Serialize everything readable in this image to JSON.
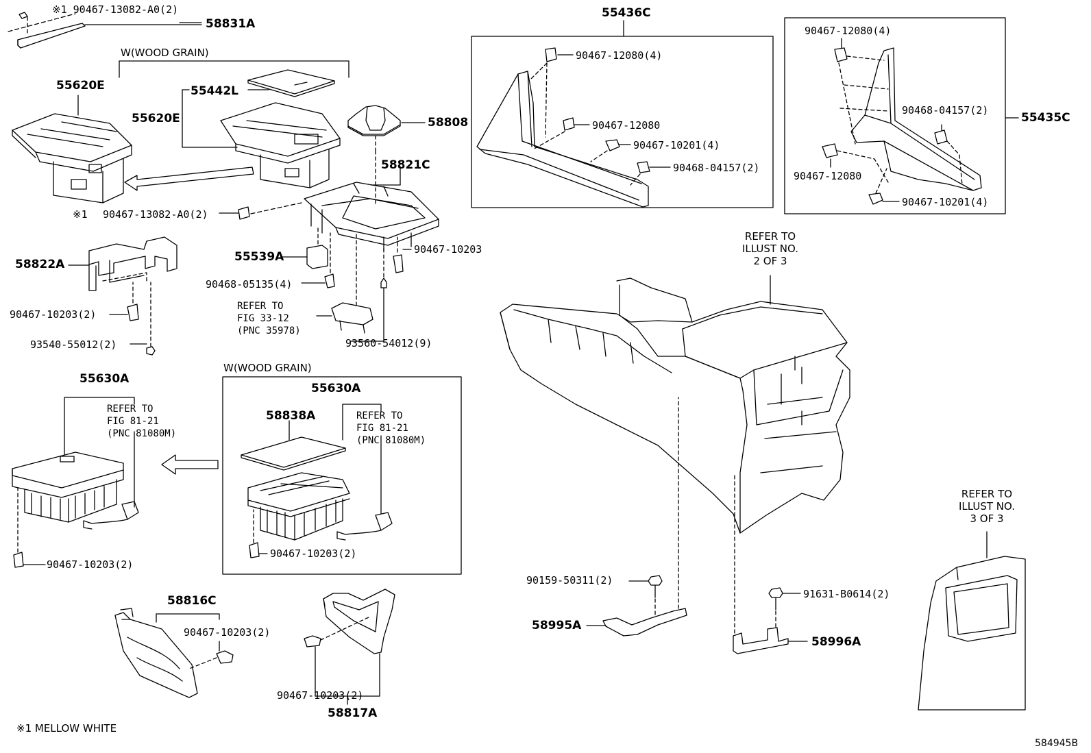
{
  "drawing_id": "584945B",
  "footnote": "※1 MELLOW WHITE",
  "wood_grain": "W(WOOD GRAIN)",
  "refer_illust_2": [
    "REFER TO",
    "ILLUST NO.",
    "2 OF 3"
  ],
  "refer_illust_3": [
    "REFER TO",
    "ILLUST NO.",
    "3 OF 3"
  ],
  "refer_fig_33_12": [
    "REFER TO",
    "FIG 33-12",
    "(PNC 35978)"
  ],
  "refer_fig_81_21": [
    "REFER TO",
    "FIG 81-21",
    "(PNC 81080M)"
  ],
  "pnc": {
    "p58831A": "58831A",
    "p55620E_a": "55620E",
    "p55620E_b": "55620E",
    "p55442L": "55442L",
    "p58808": "58808",
    "p58821C": "58821C",
    "p58822A": "58822A",
    "p55539A": "55539A",
    "p55630A_a": "55630A",
    "p55630A_b": "55630A",
    "p58838A": "58838A",
    "p58816C": "58816C",
    "p58817A": "58817A",
    "p55436C": "55436C",
    "p55435C": "55435C",
    "p58995A": "58995A",
    "p58996A": "58996A"
  },
  "parts": {
    "top_clip": "※1 90467-13082-A0(2)",
    "mid_clip": "90467-13082-A0(2)",
    "mid_clip_mark": "※1",
    "clip_10203_right": "90467-10203",
    "clip_05135": "90468-05135(4)",
    "clip_10203_58822": "90467-10203(2)",
    "screw_93540": "93540-55012(2)",
    "screw_93560": "93560-54012(9)",
    "clip_10203_55630": "90467-10203(2)",
    "clip_10203_box": "90467-10203(2)",
    "clip_10203_58816": "90467-10203(2)",
    "clip_10203_58817": "90467-10203(2)",
    "c436_12080_4": "90467-12080(4)",
    "c436_12080": "90467-12080",
    "c436_10201_4": "90467-10201(4)",
    "c436_04157_2": "90468-04157(2)",
    "c435_12080_4": "90467-12080(4)",
    "c435_04157_2": "90468-04157(2)",
    "c435_12080": "90467-12080",
    "c435_10201_4": "90467-10201(4)",
    "bolt_90159": "90159-50311(2)",
    "bolt_91631": "91631-B0614(2)"
  }
}
